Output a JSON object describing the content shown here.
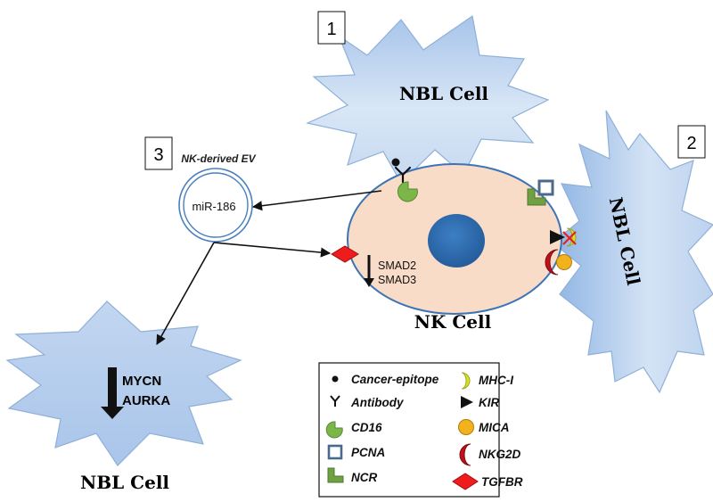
{
  "panels": {
    "one": "1",
    "two": "2",
    "three": "3"
  },
  "cells": {
    "nbl_top": "NBL Cell",
    "nbl_right": "NBL Cell",
    "nbl_bottom": "NBL Cell",
    "nk": "NK Cell"
  },
  "ev": {
    "title": "NK-derived EV",
    "cargo": "miR-186"
  },
  "targets": {
    "smad2": "SMAD2",
    "smad3": "SMAD3",
    "mycn": "MYCN",
    "aurka": "AURKA"
  },
  "legend": {
    "items": [
      {
        "icon": "cancer-epitope-dot",
        "label": "Cancer-epitope"
      },
      {
        "icon": "antibody-y",
        "label": "Antibody"
      },
      {
        "icon": "cd16-pacman",
        "label": "CD16"
      },
      {
        "icon": "pcna-square",
        "label": "PCNA"
      },
      {
        "icon": "ncr-l-shape",
        "label": "NCR"
      },
      {
        "icon": "mhc-i-crescent",
        "label": "MHC-I"
      },
      {
        "icon": "kir-triangle",
        "label": "KIR"
      },
      {
        "icon": "mica-circle",
        "label": "MICA"
      },
      {
        "icon": "nkg2d-crescent",
        "label": "NKG2D"
      },
      {
        "icon": "tgfbr-diamond",
        "label": "TGFBR"
      }
    ]
  },
  "colors": {
    "nbl_fill": "#b9d2ef",
    "nk_fill": "#f8dcc8",
    "nucleus": "#2e6fb4",
    "cd16": "#7ab648",
    "ncr": "#70a040",
    "mhc": "#d8e02a",
    "mica": "#f2b21e",
    "nkg2d": "#c0111a",
    "tgfbr": "#ee1c1c",
    "kir": "#111111",
    "pcna": "#4a6a8c"
  }
}
